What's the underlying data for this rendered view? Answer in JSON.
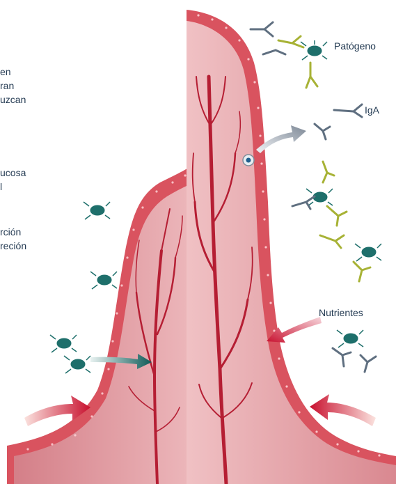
{
  "labels": {
    "pathogen": "Patógeno",
    "iga": "IgA",
    "nutrients": "Nutrientes"
  },
  "side_text": {
    "lines": [
      "en",
      "ran",
      "uzcan",
      "ucosa",
      "l",
      "rción",
      "reción"
    ]
  },
  "colors": {
    "tissue_light": "#ebb3b7",
    "tissue_dark": "#d9868e",
    "epithelium": "#d9535f",
    "vessel": "#b51e33",
    "pathogen": "#1e6f6b",
    "antibody_gray": "#5f6f80",
    "antibody_olive": "#a7b235",
    "arrow_red": "#c8102e",
    "arrow_gray": "#8a94a3",
    "arrow_teal": "#0f5a57",
    "text": "#233a52"
  }
}
